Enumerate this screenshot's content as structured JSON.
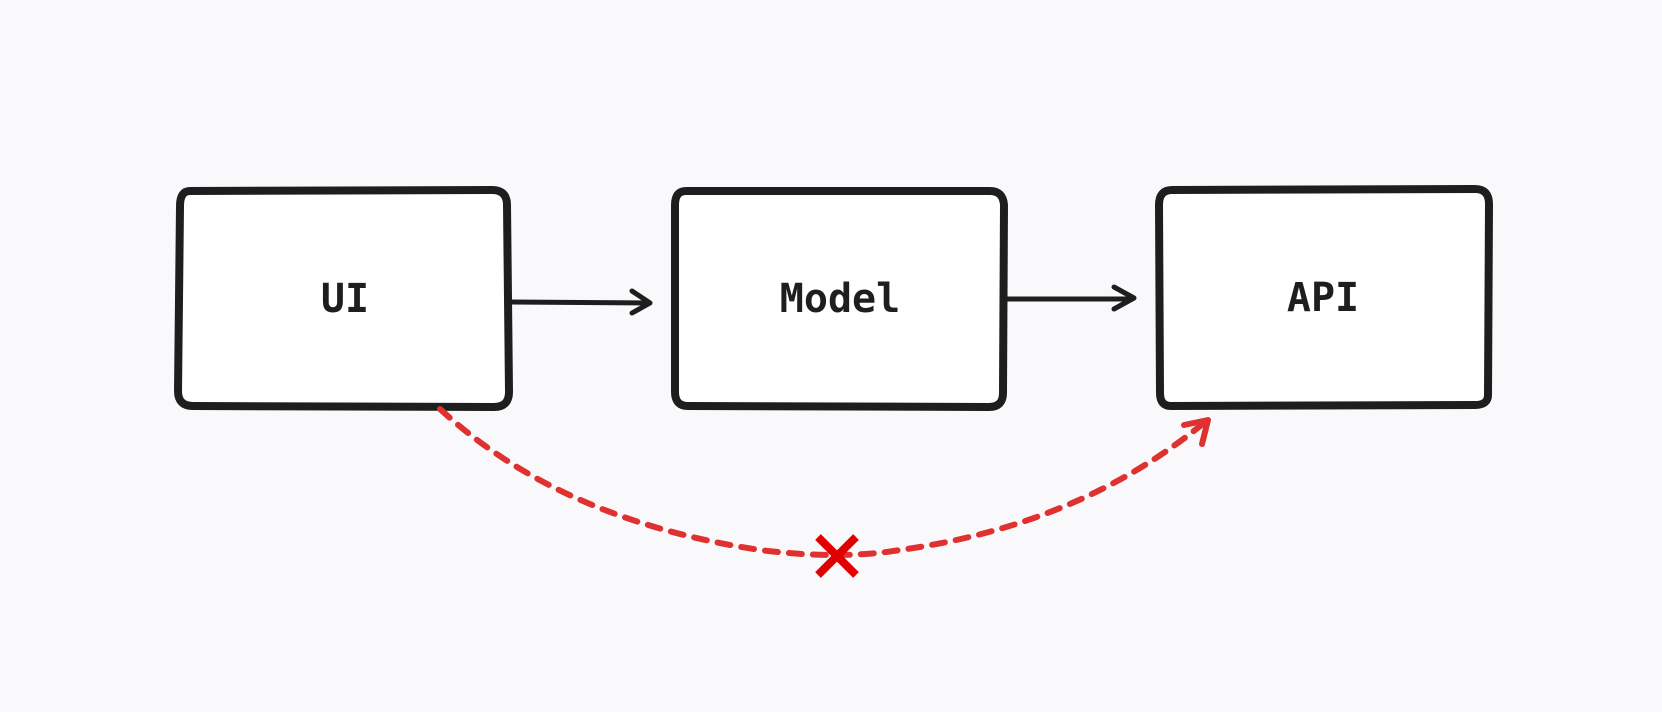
{
  "diagram": {
    "nodes": [
      {
        "id": "ui",
        "label": "UI"
      },
      {
        "id": "model",
        "label": "Model"
      },
      {
        "id": "api",
        "label": "API"
      }
    ],
    "edges": [
      {
        "from": "ui",
        "to": "model",
        "style": "solid",
        "color": "#1e1e1e"
      },
      {
        "from": "model",
        "to": "api",
        "style": "solid",
        "color": "#1e1e1e"
      },
      {
        "from": "ui",
        "to": "api",
        "style": "dashed",
        "color": "#e03131",
        "blocked": true,
        "marker_color": "#e00000"
      }
    ]
  }
}
